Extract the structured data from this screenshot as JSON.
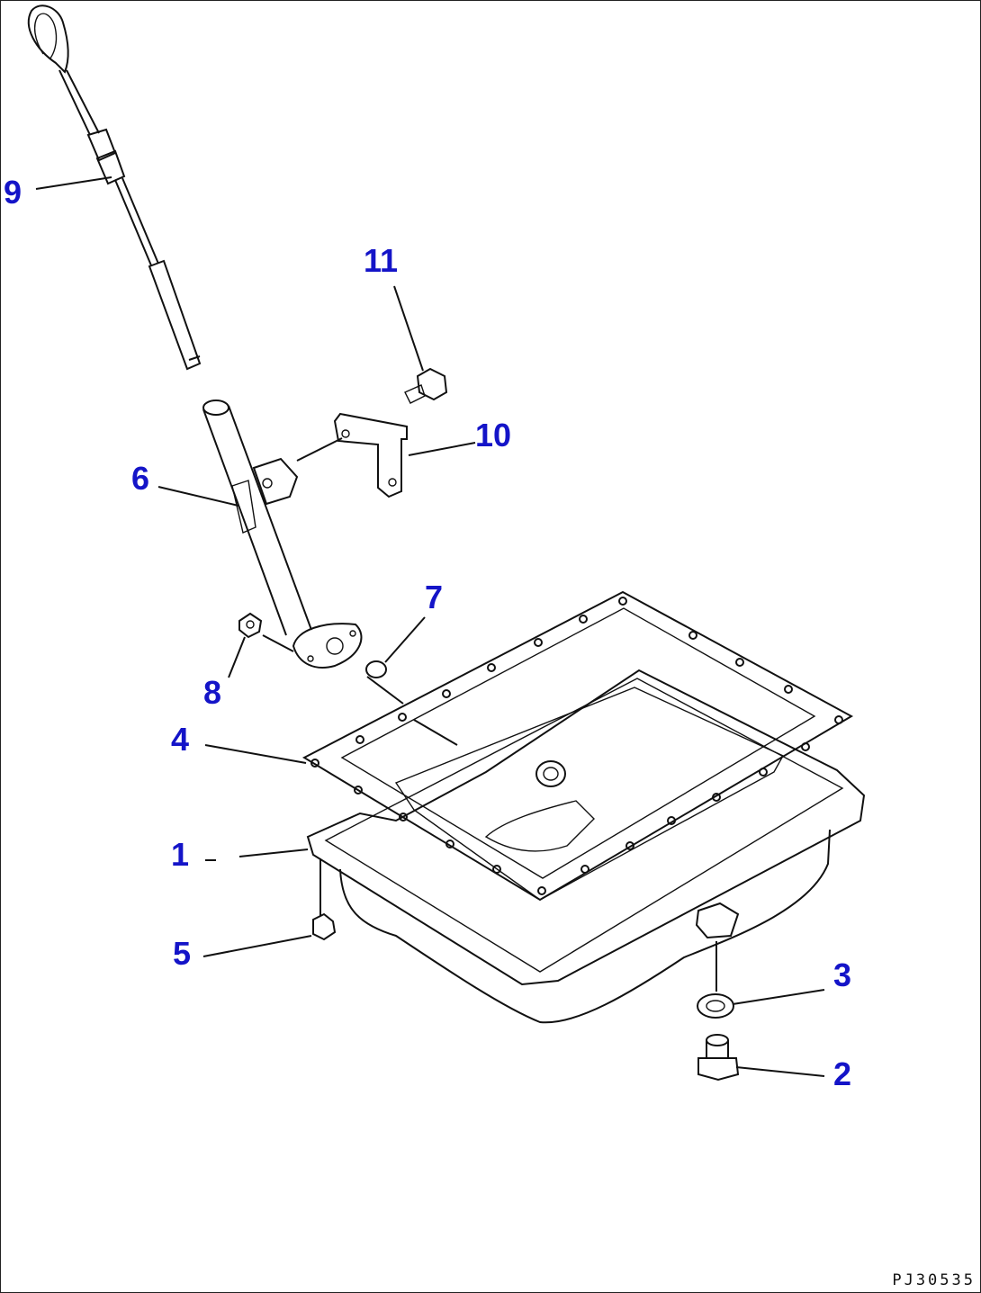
{
  "callouts": [
    {
      "id": "1",
      "label": "1",
      "part": "oil pan"
    },
    {
      "id": "2",
      "label": "2",
      "part": "drain plug"
    },
    {
      "id": "3",
      "label": "3",
      "part": "washer"
    },
    {
      "id": "4",
      "label": "4",
      "part": "gasket"
    },
    {
      "id": "5",
      "label": "5",
      "part": "bolt"
    },
    {
      "id": "6",
      "label": "6",
      "part": "gauge guide tube"
    },
    {
      "id": "7",
      "label": "7",
      "part": "o-ring"
    },
    {
      "id": "8",
      "label": "8",
      "part": "nut"
    },
    {
      "id": "9",
      "label": "9",
      "part": "dipstick"
    },
    {
      "id": "10",
      "label": "10",
      "part": "bracket"
    },
    {
      "id": "11",
      "label": "11",
      "part": "bolt"
    }
  ],
  "drawing_code": "PJ30535",
  "colors": {
    "callout": "#1414c8",
    "line": "#111111",
    "background": "#ffffff"
  }
}
